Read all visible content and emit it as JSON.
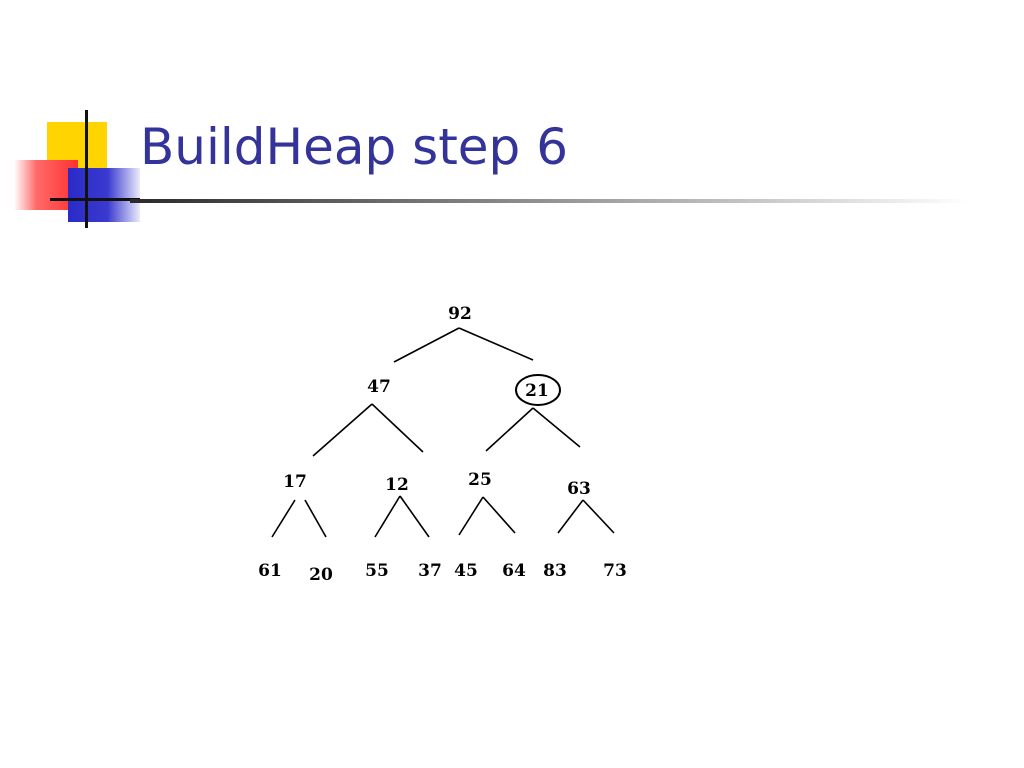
{
  "slide": {
    "title": "BuildHeap step 6"
  },
  "heap": {
    "highlighted_node": "21",
    "nodes": {
      "root": "92",
      "l": "47",
      "r": "21",
      "ll": "17",
      "lr": "12",
      "rl": "25",
      "rr": "63",
      "lll": "61",
      "llr": "20",
      "lrl": "55",
      "lrr": "37",
      "rll": "45",
      "rlr": "64",
      "rrl": "83",
      "rrr": "73"
    }
  }
}
